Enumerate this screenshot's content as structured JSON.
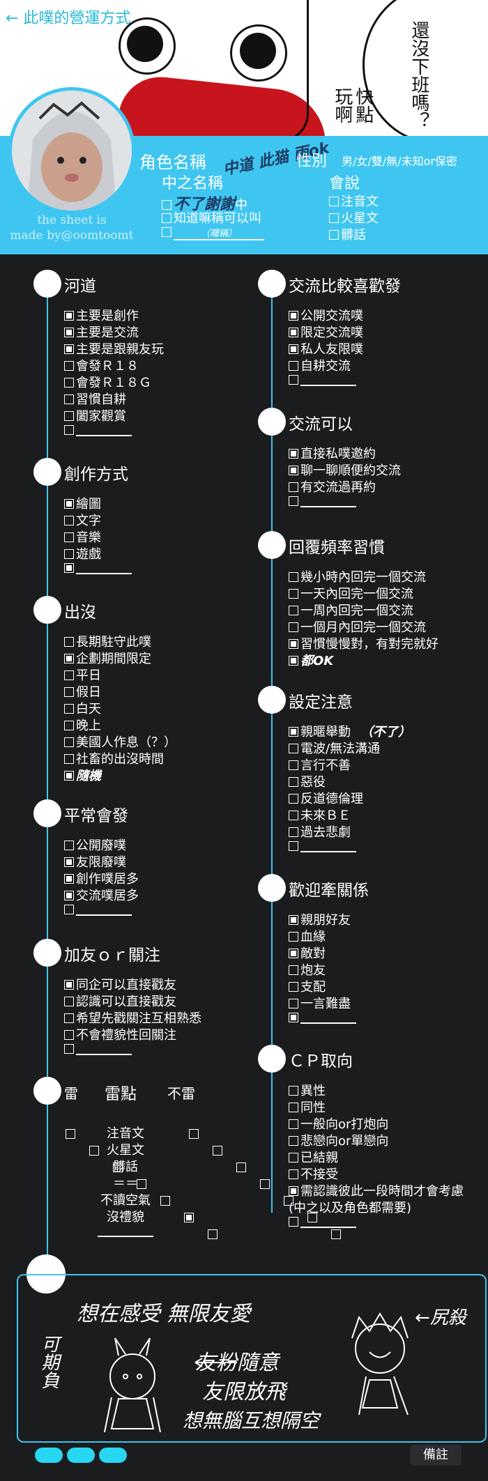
{
  "header": {
    "back_link": "← 此噗的營運方式",
    "bubble_lines": [
      "還沒下班嗎？",
      "快點玩啊"
    ]
  },
  "profile": {
    "credit_line1": "the sheet is",
    "credit_line2": "made by@oomtoomt",
    "name_label": "角色名稱",
    "name_value": "中道 此猫 雨ok",
    "gender_label": "性別",
    "gender_options": "男/女/雙/無/未知or保密",
    "cn_label": "中之名稱",
    "cn_opt1": "不了謝謝",
    "cn_opt1_tail": "中",
    "cn_opt2": "知道嘛稱可以叫",
    "cn_opt3_hint": "（暱稱）",
    "speak_label": "會說",
    "speak_opts": [
      "注音文",
      "火星文",
      "髒話"
    ]
  },
  "left_sections": [
    {
      "title": "河道",
      "items": [
        {
          "label": "主要是創作",
          "checked": true
        },
        {
          "label": "主要是交流",
          "checked": true
        },
        {
          "label": "主要是跟親友玩",
          "checked": true
        },
        {
          "label": "會發Ｒ１８",
          "checked": false
        },
        {
          "label": "會發Ｒ１８Ｇ",
          "checked": false
        },
        {
          "label": "習慣自耕",
          "checked": false
        },
        {
          "label": "闔家觀賞",
          "checked": false
        },
        {
          "label": "",
          "checked": false,
          "blank": true
        }
      ]
    },
    {
      "title": "創作方式",
      "items": [
        {
          "label": "繪圖",
          "checked": true
        },
        {
          "label": "文字",
          "checked": false
        },
        {
          "label": "音樂",
          "checked": false
        },
        {
          "label": "遊戲",
          "checked": false
        },
        {
          "label": "",
          "checked": true,
          "blank": true
        }
      ]
    },
    {
      "title": "出沒",
      "items": [
        {
          "label": "長期駐守此噗",
          "checked": false
        },
        {
          "label": "企劃期間限定",
          "checked": true
        },
        {
          "label": "平日",
          "checked": false
        },
        {
          "label": "假日",
          "checked": false
        },
        {
          "label": "白天",
          "checked": false
        },
        {
          "label": "晚上",
          "checked": false
        },
        {
          "label": "美國人作息（？）",
          "checked": false
        },
        {
          "label": "社畜的出沒時間",
          "checked": false
        },
        {
          "label": "隨機",
          "checked": true,
          "scribble": true
        }
      ]
    },
    {
      "title": "平常會發",
      "items": [
        {
          "label": "公開廢噗",
          "checked": false
        },
        {
          "label": "友限廢噗",
          "checked": true
        },
        {
          "label": "創作噗居多",
          "checked": true
        },
        {
          "label": "交流噗居多",
          "checked": true
        },
        {
          "label": "",
          "checked": false,
          "blank": true
        }
      ]
    },
    {
      "title": "加友ｏｒ關注",
      "items": [
        {
          "label": "同企可以直接戳友",
          "checked": true
        },
        {
          "label": "認識可以直接戳友",
          "checked": false
        },
        {
          "label": "希望先戳關注互相熟悉",
          "checked": false
        },
        {
          "label": "不會禮貌性回關注",
          "checked": false
        },
        {
          "label": "",
          "checked": false,
          "blank": true
        }
      ]
    }
  ],
  "landmines": {
    "col_thunder": "雷",
    "col_points": "雷點",
    "col_ok": "不雷",
    "rows": [
      {
        "label": "注音文",
        "thunder": false,
        "ok": false
      },
      {
        "label": "火星文",
        "thunder": false,
        "ok": false
      },
      {
        "label": "髒話",
        "thunder": false,
        "ok": false
      },
      {
        "label": "＝＝",
        "thunder": false,
        "ok": false
      },
      {
        "label": "不讀空氣",
        "thunder": false,
        "ok": false
      },
      {
        "label": "沒禮貌",
        "thunder": true,
        "ok": false
      },
      {
        "label": "",
        "thunder": false,
        "ok": false,
        "blank": true
      }
    ]
  },
  "right_sections": [
    {
      "title": "交流比較喜歡發",
      "items": [
        {
          "label": "公開交流噗",
          "checked": true
        },
        {
          "label": "限定交流噗",
          "checked": true
        },
        {
          "label": "私人友限噗",
          "checked": true
        },
        {
          "label": "自耕交流",
          "checked": false
        },
        {
          "label": "",
          "checked": false,
          "blank": true
        }
      ]
    },
    {
      "title": "交流可以",
      "items": [
        {
          "label": "直接私噗邀約",
          "checked": true
        },
        {
          "label": "聊一聊順便約交流",
          "checked": true
        },
        {
          "label": "有交流過再約",
          "checked": false
        },
        {
          "label": "",
          "checked": false,
          "blank": true
        }
      ]
    },
    {
      "title": "回覆頻率習慣",
      "items": [
        {
          "label": "幾小時內回完一個交流",
          "checked": false
        },
        {
          "label": "一天內回完一個交流",
          "checked": false
        },
        {
          "label": "一周內回完一個交流",
          "checked": false
        },
        {
          "label": "一個月內回完一個交流",
          "checked": false
        },
        {
          "label": "習慣慢慢對，有對完就好",
          "checked": true
        },
        {
          "label": "都OK",
          "checked": true,
          "scribble": true
        }
      ]
    },
    {
      "title": "設定注意",
      "items": [
        {
          "label": "親暱舉動",
          "checked": true,
          "note": "（不了）"
        },
        {
          "label": "電波/無法溝通",
          "checked": false
        },
        {
          "label": "言行不善",
          "checked": false
        },
        {
          "label": "惡役",
          "checked": false
        },
        {
          "label": "反道德倫理",
          "checked": false
        },
        {
          "label": "未來ＢＥ",
          "checked": false
        },
        {
          "label": "過去悲劇",
          "checked": false
        },
        {
          "label": "",
          "checked": false,
          "blank": true
        }
      ]
    },
    {
      "title": "歡迎牽關係",
      "items": [
        {
          "label": "親朋好友",
          "checked": true
        },
        {
          "label": "血緣",
          "checked": false
        },
        {
          "label": "敵對",
          "checked": true
        },
        {
          "label": "炮友",
          "checked": false
        },
        {
          "label": "支配",
          "checked": false
        },
        {
          "label": "一言難盡",
          "checked": false
        },
        {
          "label": "",
          "checked": true,
          "blank": true
        }
      ]
    },
    {
      "title": "ＣＰ取向",
      "items": [
        {
          "label": "異性",
          "checked": false
        },
        {
          "label": "同性",
          "checked": false
        },
        {
          "label": "一般向or打炮向",
          "checked": false
        },
        {
          "label": "悲戀向or單戀向",
          "checked": false
        },
        {
          "label": "已結親",
          "checked": false
        },
        {
          "label": "不接受",
          "checked": false
        },
        {
          "label": "需認識彼此一段時間才會考慮",
          "checked": true
        },
        {
          "label": "(中之以及角色都需要)",
          "checked": null
        },
        {
          "label": "",
          "checked": false,
          "blank": true
        }
      ]
    }
  ],
  "bottom": {
    "doodle_top": "想在感受 無限友愛",
    "doodle_left": "可期負",
    "doodle_mid1": "友粉隨意",
    "doodle_mid2": "友限放飛",
    "doodle_bottom": "想無腦互想隔空",
    "doodle_right": "←尻殺",
    "notes_button": "備註"
  }
}
